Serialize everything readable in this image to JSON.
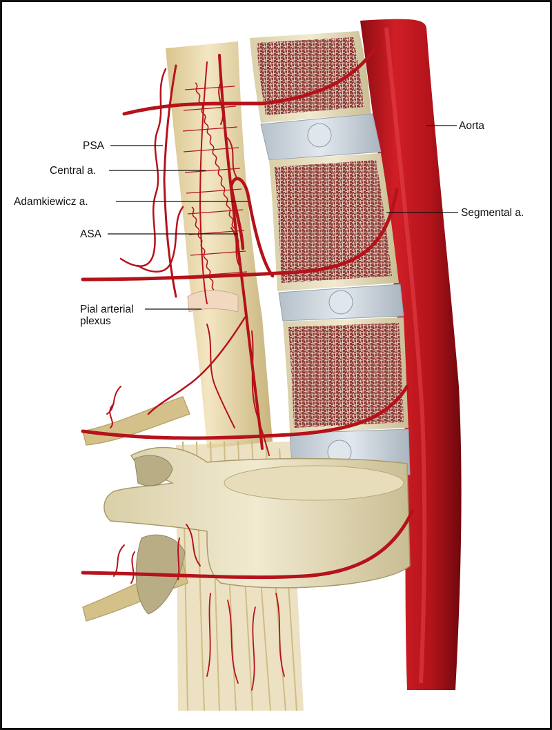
{
  "labels": {
    "psa": "PSA",
    "central": "Central a.",
    "adamkiewicz": "Adamkiewicz a.",
    "asa": "ASA",
    "pial_line1": "Pial arterial",
    "pial_line2": "plexus",
    "aorta": "Aorta",
    "segmental": "Segmental a."
  },
  "colors": {
    "artery": "#b5121b",
    "artery_dark": "#7d0a10",
    "aorta": "#c0141c",
    "cord": "#e9d8ab",
    "cord_shade": "#cdbb86",
    "vertebra": "#ece4c8",
    "vertebra_shade": "#c9bd92",
    "marrow": "#7a1e22",
    "disc": "#c9d3dc",
    "nerve": "#d7c48f",
    "border": "#111111"
  }
}
